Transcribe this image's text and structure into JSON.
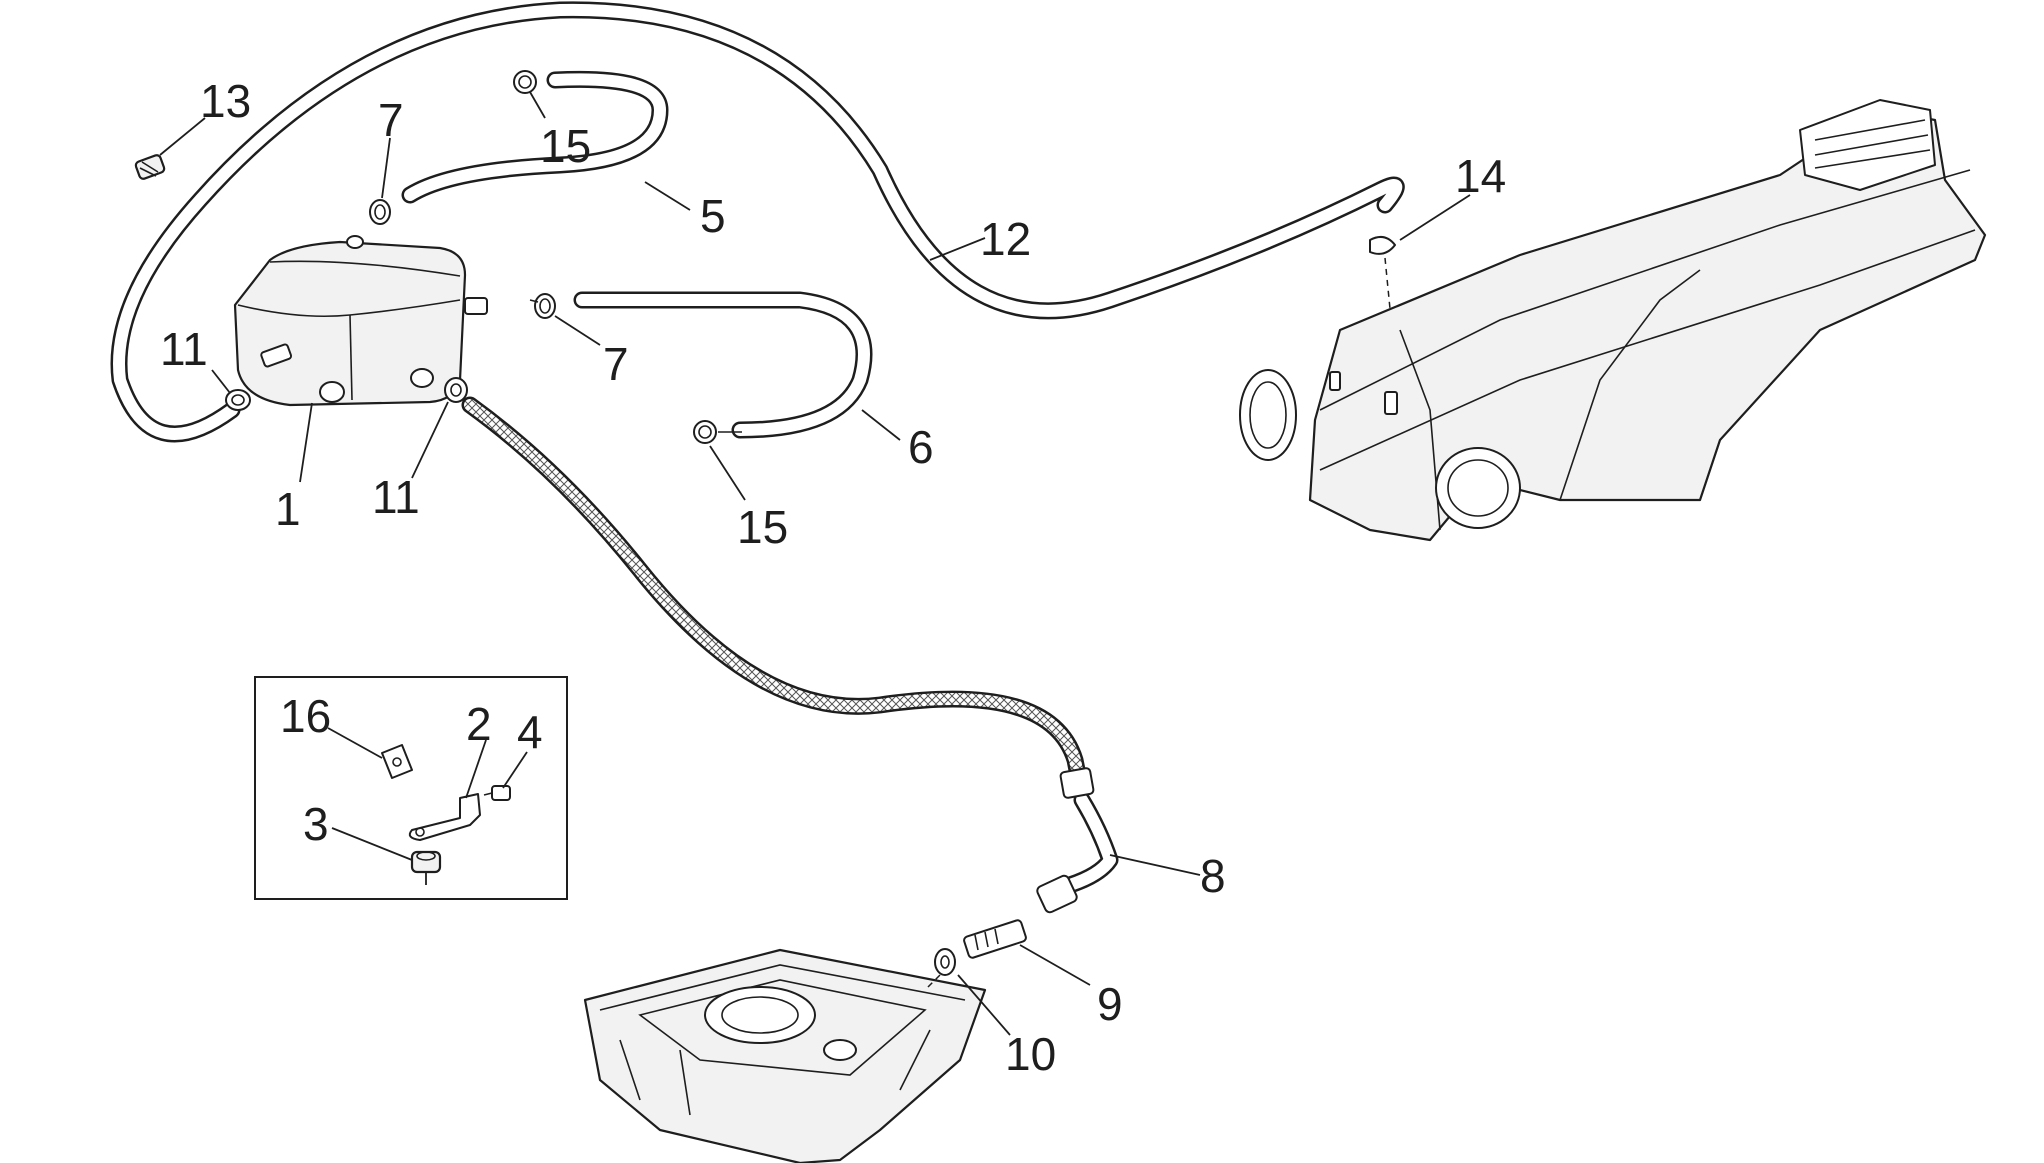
{
  "callouts": {
    "c1": "1",
    "c2": "2",
    "c3": "3",
    "c4": "4",
    "c5": "5",
    "c6": "6",
    "c7a": "7",
    "c7b": "7",
    "c8": "8",
    "c9": "9",
    "c10": "10",
    "c11a": "11",
    "c11b": "11",
    "c12": "12",
    "c13": "13",
    "c14": "14",
    "c15a": "15",
    "c15b": "15",
    "c16": "16"
  }
}
